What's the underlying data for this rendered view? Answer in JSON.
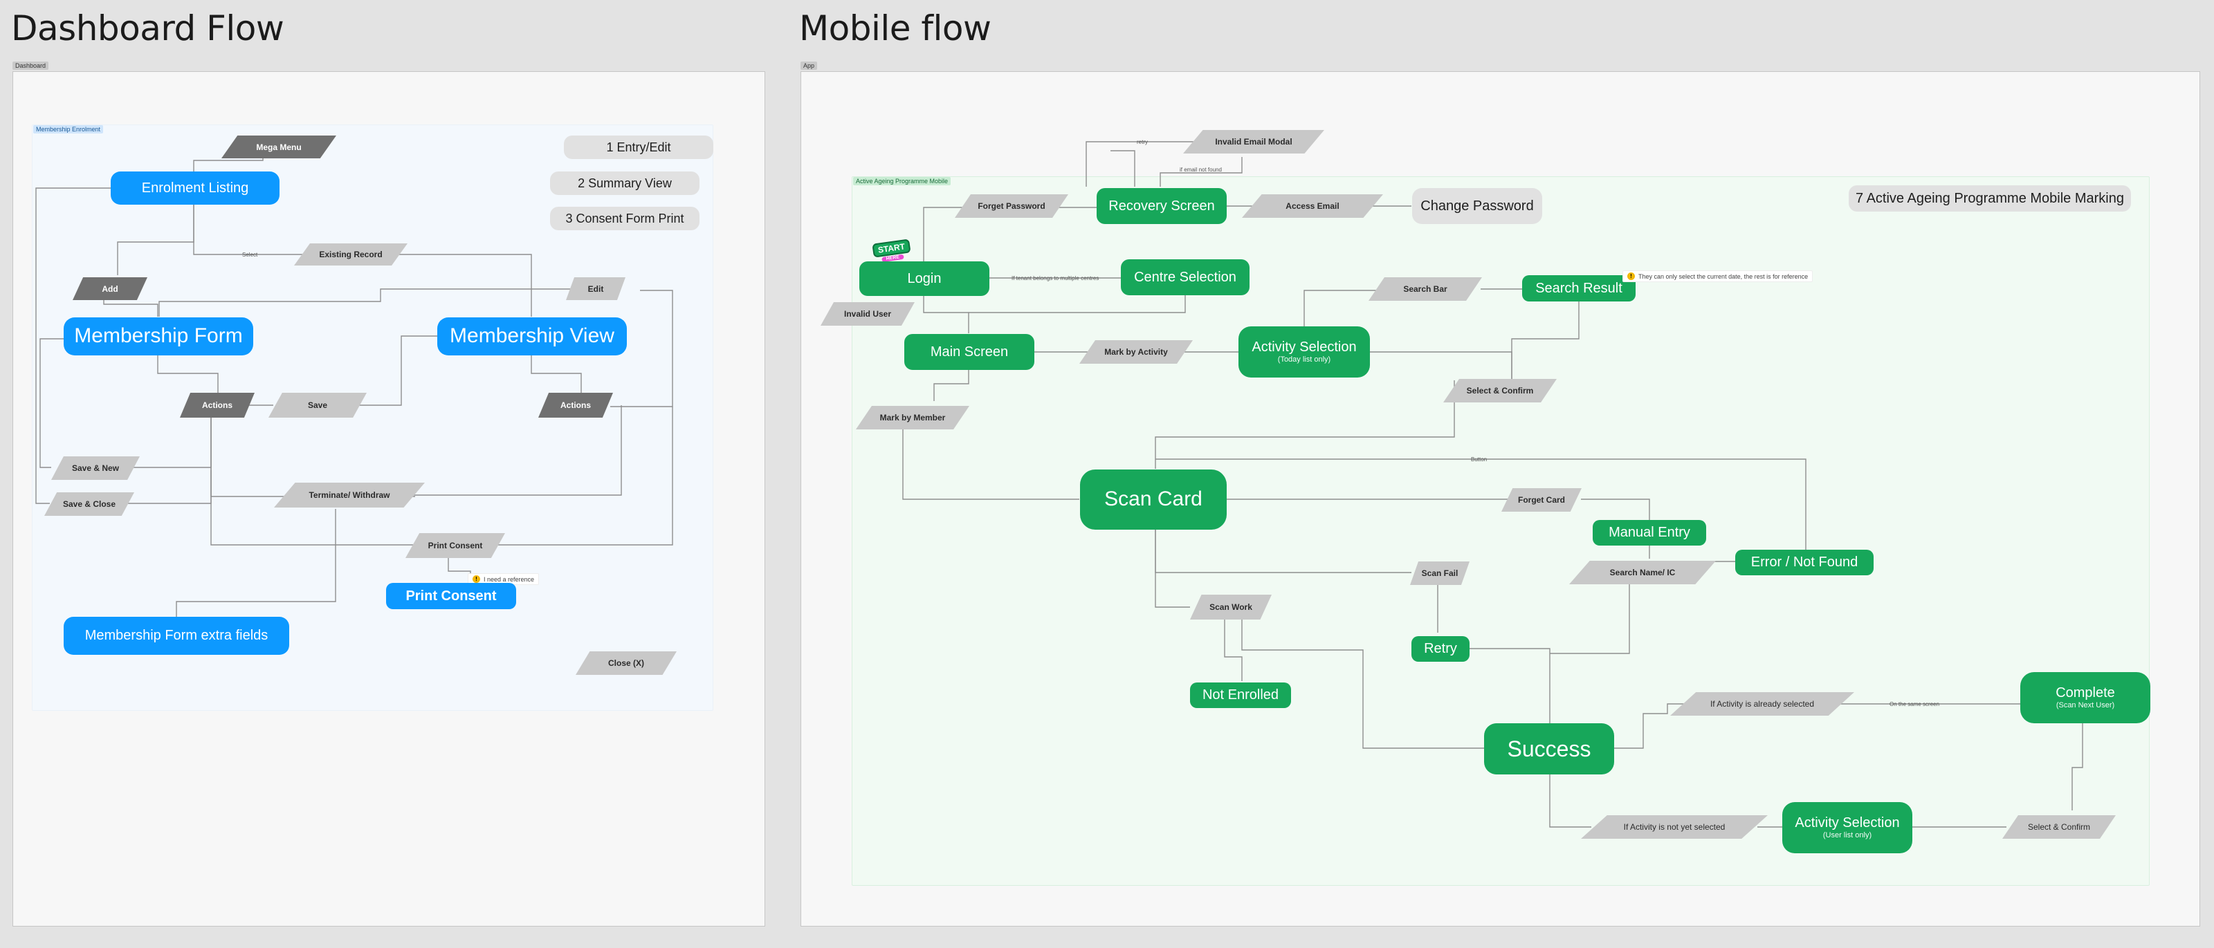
{
  "titles": {
    "dashboard": "Dashboard Flow",
    "mobile": "Mobile flow"
  },
  "frames": {
    "dashboard_tag": "Dashboard",
    "app_tag": "App"
  },
  "dashboard": {
    "section_label": "Membership Enrolment",
    "legend": [
      "1 Entry/Edit",
      "2 Summary View",
      "3 Consent Form Print"
    ],
    "nodes": {
      "enrolment_listing": "Enrolment Listing",
      "membership_form": "Membership Form",
      "membership_view": "Membership View",
      "print_consent": "Print Consent",
      "extra_fields": "Membership Form extra fields"
    },
    "actions": {
      "mega_menu": "Mega Menu",
      "existing_record": "Existing Record",
      "add": "Add",
      "edit": "Edit",
      "actions_left": "Actions",
      "save": "Save",
      "actions_right": "Actions",
      "save_new": "Save & New",
      "save_close": "Save & Close",
      "terminate": "Terminate/ Withdraw",
      "print_consent": "Print Consent",
      "close": "Close (X)"
    },
    "labels": {
      "select": "Select"
    },
    "note": "I need a reference"
  },
  "mobile": {
    "section_label": "Active Ageing Programme Mobile",
    "legend": "7 Active Ageing Programme Mobile Marking",
    "start_sticker": {
      "line1": "START",
      "line2": "HERE"
    },
    "nodes": {
      "recovery": "Recovery Screen",
      "change_password": "Change Password",
      "login": "Login",
      "centre_selection": "Centre Selection",
      "main_screen": "Main Screen",
      "activity_selection_title": "Activity Selection",
      "activity_selection_sub": "(Today list only)",
      "search_result": "Search Result",
      "scan_card": "Scan Card",
      "manual_entry": "Manual Entry",
      "error": "Error / Not Found",
      "retry": "Retry",
      "not_enrolled": "Not Enrolled",
      "success": "Success",
      "complete_title": "Complete",
      "complete_sub": "(Scan Next User)",
      "activity_selection2_title": "Activity Selection",
      "activity_selection2_sub": "(User list only)"
    },
    "actions": {
      "invalid_email_modal": "Invalid Email Modal",
      "forget_password": "Forget Password",
      "access_email": "Access Email",
      "invalid_user": "Invalid User",
      "mark_by_activity": "Mark by Activity",
      "search_bar": "Search Bar",
      "select_confirm": "Select & Confirm",
      "mark_by_member": "Mark by Member",
      "forget_card": "Forget Card",
      "search_name": "Search Name/ IC",
      "scan_fail": "Scan Fail",
      "scan_work": "Scan Work",
      "if_already_selected": "If Activity is already selected",
      "if_not_selected": "If Activity is not yet selected",
      "select_confirm2": "Select & Confirm"
    },
    "labels": {
      "retry": "retry",
      "if_email_not_found": "if email not found",
      "if_multiple_centres": "If tenant belongs to multiple centres",
      "button": "Button",
      "same_screen": "On the same screen"
    },
    "note": "They can only select the current date, the rest is for reference"
  }
}
